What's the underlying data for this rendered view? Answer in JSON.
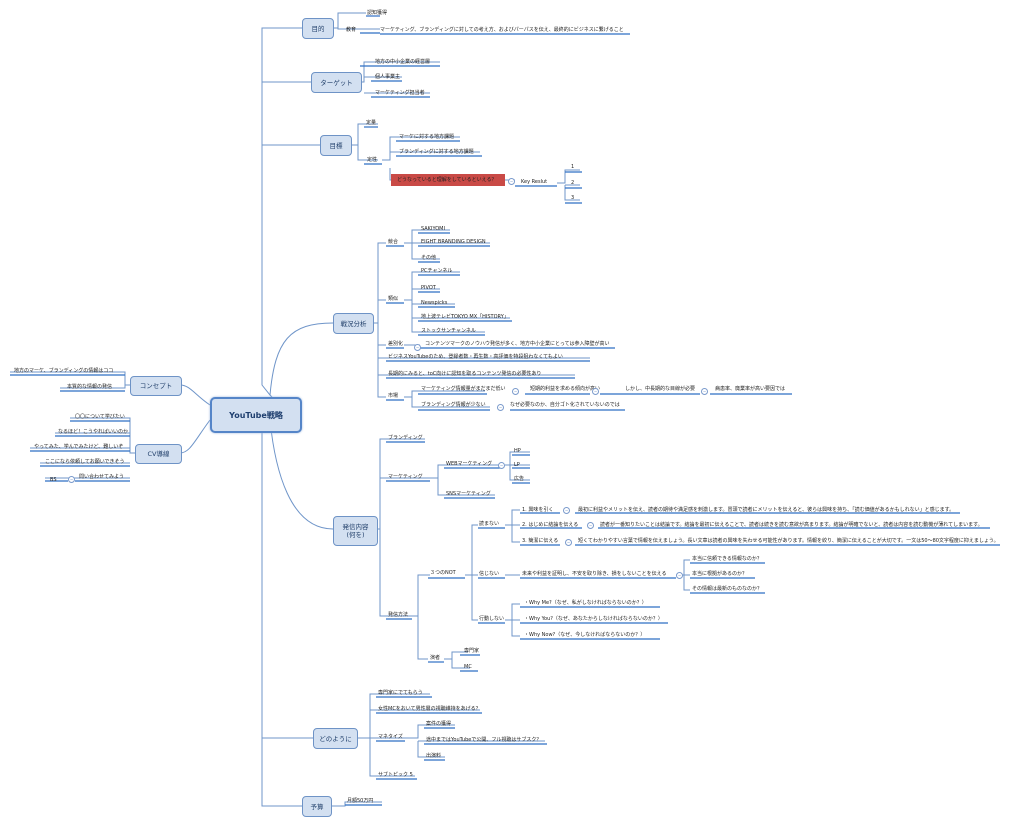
{
  "root": "YouTube戦略",
  "topics": {
    "mokuteki": "目的",
    "target": "ターゲット",
    "goal": "目標",
    "analysis": "戦況分析",
    "content": "発信内容\n(何を)",
    "how": "どのように",
    "budget": "予算",
    "concept": "コンセプト",
    "cv": "CV導線"
  },
  "leaves": {
    "m1": "認知獲得",
    "m2": "教育",
    "m2a": "マーケティング、ブランディングに対しての考え方、およびパーパスを伝え、最終的にビジネスに繋げること",
    "t1": "地方の中小企業の経営層",
    "t2": "個人事業主",
    "t3": "マーケティング担当者",
    "g1": "定量",
    "g2": "定性",
    "g2a": "マーケに対する地方課題",
    "g2b": "ブランディングに対する地方課題",
    "g2c": "どうなっていると理解をしているといえる？",
    "kr": "Key Reslut",
    "kr1": "1",
    "kr2": "2",
    "kr3": "3",
    "a1": "競合",
    "a1a": "SAKIYOMI",
    "a1b": "EIGHT BRANDING DESIGN",
    "a1c": "その他",
    "a2": "類似",
    "a2a": "PCチャンネル",
    "a2b": "PIVOT",
    "a2c": "Newspicks",
    "a2d": "地上波テレビTOKYO MX「HISTORY」",
    "a2e": "ストックサンチャンネル",
    "a3": "差別化",
    "a3a": "コンテンツマークのノウハウ発信が多く、地方中小企業にとっては参入障壁が高い",
    "a4": "ビジネスYouTubeのため、登録者数・再生数・高評価を特段狙わなくてもよい",
    "a5": "長期的にみると、toC向けに認知を取るコンテンツ発信の必要性あり",
    "a6": "市場",
    "a6a": "マーケティング情報量がまだまだ低い",
    "a6b": "短期的利益を求める傾向が高い",
    "a6c": "しかし、中長期的な目線が必要",
    "a6d": "病患率、廃業率が高い要因では",
    "a6e": "ブランディング情報が少ない",
    "a6f": "なぜ必要なのか、自分ゴト化されていないのでは",
    "c1": "ブランディング",
    "c2": "マーケティング",
    "c2a": "WEBマーケティング",
    "c2a1": "HP",
    "c2a2": "LP",
    "c2a3": "広告",
    "c2b": "SNSマーケティング",
    "c3": "発信方法",
    "c3a": "３つのNOT",
    "n1": "読まない",
    "n1a": "1. 興味を引く",
    "n1a1": "最初に利益やメリットを伝え、読者の期待や満足感を刺激します。冒頭で読者にメリットを伝えると、彼らは興味を持ち、「読む価値があるかもしれない」と感じます。",
    "n1b": "2. はじめに結論を伝える",
    "n1b1": "読者が一番知りたいことは結論です。結論を最初に伝えることで、読者は続きを読む意欲が高まります。結論が明確でないと、読者は内容を読む動機が薄れてしまいます。",
    "n1c": "3. 簡潔に伝える",
    "n1c1": "短くてわかりやすい言葉で情報を伝えましょう。長い文章は読者の興味を失わせる可能性があります。情報を絞り、簡潔に伝えることが大切です。一文は50〜80文字程度に抑えましょう。",
    "n2": "信じない",
    "n2a": "未来や利益を証明し、不安を取り除き、損をしないことを伝える",
    "n2a1": "本当に信頼できる情報なのか？",
    "n2a2": "本当に根拠があるのか？",
    "n2a3": "その情報は最新のものなのか？",
    "n3": "行動しない",
    "n3a": "・Why Me?（なぜ、私がしなければならないのか？）",
    "n3b": "・Why You?（なぜ、あなたからしなければならないのか？）",
    "n3c": "・Why Now?（なぜ、今しなければならないのか？）",
    "c3b": "演者",
    "c3b1": "専門家",
    "c3b2": "MC",
    "h1": "専門家にでてもらう",
    "h2": "女性MCをおいて男性層の視聴維持をあげる？",
    "h3": "マネタイズ",
    "h3a": "案件の獲得",
    "h3b": "途中まではYouTubeで公開、フル視聴はサブスク？",
    "h3c": "出演料",
    "h4": "サブトピック 5",
    "b1": "月額50万円",
    "cp1": "地方のマーケ、ブランディングの情報はココ",
    "cp2": "本質的な情報の発信",
    "cv1": "〇〇について学びたい",
    "cv2": "なるほど！こうやればいいのか",
    "cv3": "やってみた、学んでみたけど、難しいぞ",
    "cv4": "ここになら依頼してお願いできそう",
    "cv5": "問い合わせてみよう",
    "cv6": "BS"
  }
}
